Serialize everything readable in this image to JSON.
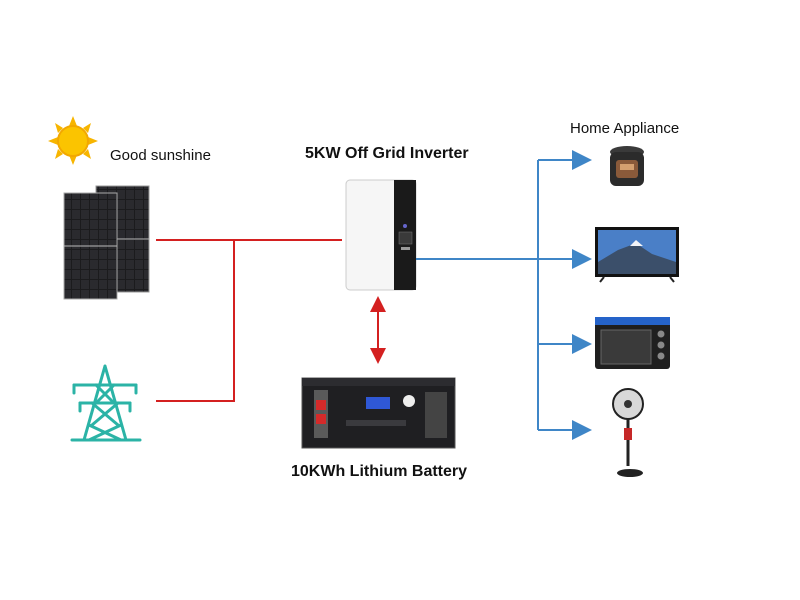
{
  "labels": {
    "sunshine": "Good sunshine",
    "inverter": "5KW Off Grid Inverter",
    "battery": "10KWh Lithium Battery",
    "appliances": "Home Appliance"
  },
  "colors": {
    "dc_line": "#d42020",
    "ac_line": "#3f86c7",
    "sun": "#f7b500",
    "tower": "#2bb3a6"
  }
}
